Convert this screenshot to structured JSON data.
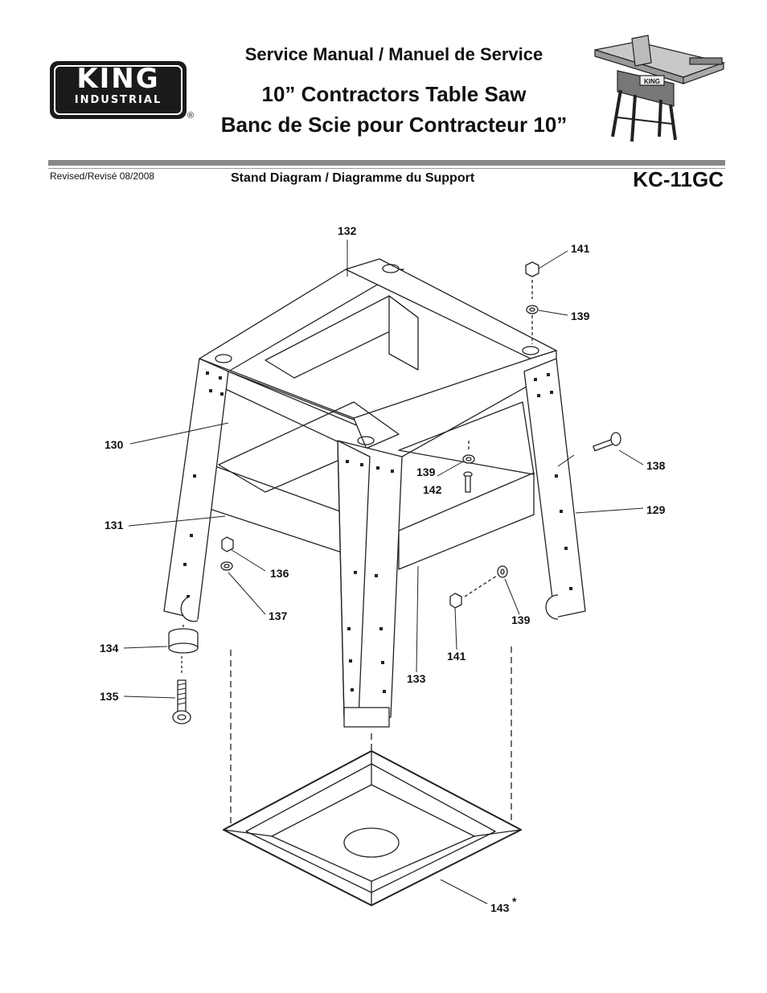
{
  "header": {
    "logo_text": "KING",
    "logo_subtext": "INDUSTRIAL",
    "registered_mark": "®",
    "title_service": "Service Manual / Manuel de Service",
    "title_en": "10” Contractors Table Saw",
    "title_fr": "Banc de Scie pour Contracteur 10”",
    "revised": "Revised/Revisé 08/2008",
    "subtitle": "Stand Diagram / Diagramme du Support",
    "model": "KC-11GC"
  },
  "thumbnail": {
    "description_icon": "table-saw-icon",
    "badge": "KING"
  },
  "parts": {
    "p132": "132",
    "p141a": "141",
    "p139a": "139",
    "p130": "130",
    "p138": "138",
    "p139b": "139",
    "p142": "142",
    "p129": "129",
    "p131": "131",
    "p136": "136",
    "p137": "137",
    "p139c": "139",
    "p134": "134",
    "p141b": "141",
    "p133": "133",
    "p135": "135",
    "p143": "143",
    "p143_mark": "*"
  }
}
